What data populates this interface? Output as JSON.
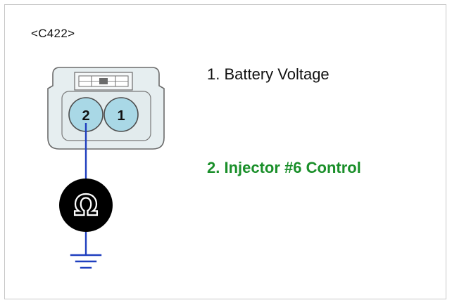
{
  "connector": {
    "id": "<C422>",
    "pins": [
      {
        "number": "2",
        "highlighted": true
      },
      {
        "number": "1",
        "highlighted": true
      }
    ]
  },
  "legend": [
    {
      "label": "1. Battery Voltage",
      "color": "#111111"
    },
    {
      "label": "2. Injector #6 Control",
      "color": "#1a8f2a"
    }
  ],
  "meter": {
    "symbol": "Ω",
    "icon": "ohmmeter-icon"
  },
  "ground": {
    "icon": "ground-icon"
  },
  "colors": {
    "wire": "#1f3fbf",
    "pin_fill": "#a9d8e6",
    "connector_fill": "#e6eef0",
    "accent_text": "#1a8f2a"
  }
}
